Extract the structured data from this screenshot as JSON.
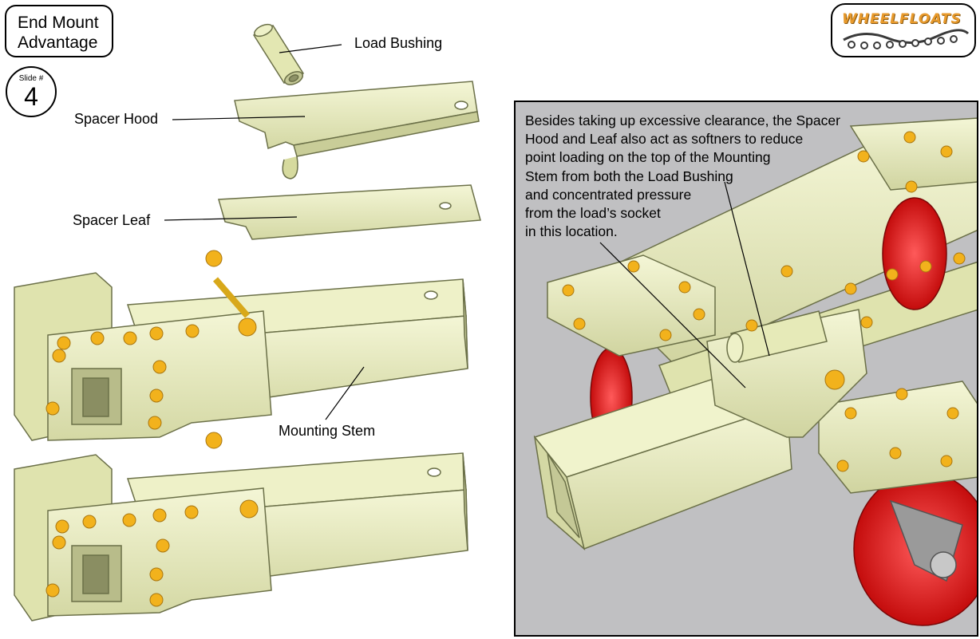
{
  "header": {
    "title_line1": "End Mount",
    "title_line2": "Advantage",
    "slide_label": "Slide #",
    "slide_number": "4"
  },
  "logo": {
    "text": "WHEELFLOATS",
    "colors": {
      "letters": "#e89a2c",
      "wave": "#3a3a3a"
    }
  },
  "callouts": {
    "load_bushing": "Load Bushing",
    "spacer_hood": "Spacer Hood",
    "spacer_leaf": "Spacer Leaf",
    "mounting_stem": "Mounting Stem"
  },
  "description": {
    "lines": [
      "Besides taking up excessive clearance, the Spacer",
      "Hood and Leaf also act as softners to reduce",
      "point loading on the top of the Mounting",
      "Stem from both the Load Bushing",
      "and concentrated pressure",
      "from the load’s socket",
      "in this location."
    ]
  },
  "colors": {
    "part_fill": "#e8ecbc",
    "part_stroke": "#6b7048",
    "bolt": "#f2b21c",
    "wheel": "#e01818",
    "panel_bg": "#c0c0c2"
  }
}
